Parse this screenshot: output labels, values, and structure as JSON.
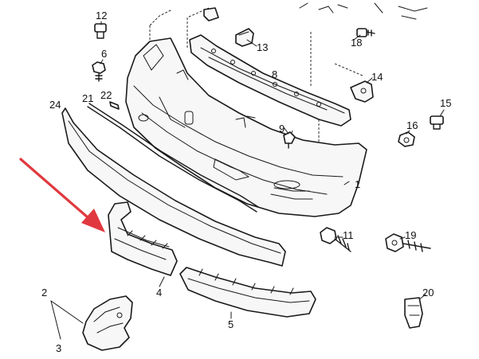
{
  "arrow_color": "#e0393f",
  "line_color": "#1a1a1a",
  "callouts": [
    {
      "key": "c1",
      "text": "1"
    },
    {
      "key": "c2",
      "text": "2"
    },
    {
      "key": "c3",
      "text": "3"
    },
    {
      "key": "c4",
      "text": "4"
    },
    {
      "key": "c5",
      "text": "5"
    },
    {
      "key": "c6",
      "text": "6"
    },
    {
      "key": "c8",
      "text": "8"
    },
    {
      "key": "c9",
      "text": "9"
    },
    {
      "key": "c11",
      "text": "11"
    },
    {
      "key": "c12",
      "text": "12"
    },
    {
      "key": "c13",
      "text": "13"
    },
    {
      "key": "c14",
      "text": "14"
    },
    {
      "key": "c15",
      "text": "15"
    },
    {
      "key": "c16",
      "text": "16"
    },
    {
      "key": "c18",
      "text": "18"
    },
    {
      "key": "c19",
      "text": "19"
    },
    {
      "key": "c20",
      "text": "20"
    },
    {
      "key": "c21",
      "text": "21"
    },
    {
      "key": "c22",
      "text": "22"
    },
    {
      "key": "c24",
      "text": "24"
    }
  ]
}
